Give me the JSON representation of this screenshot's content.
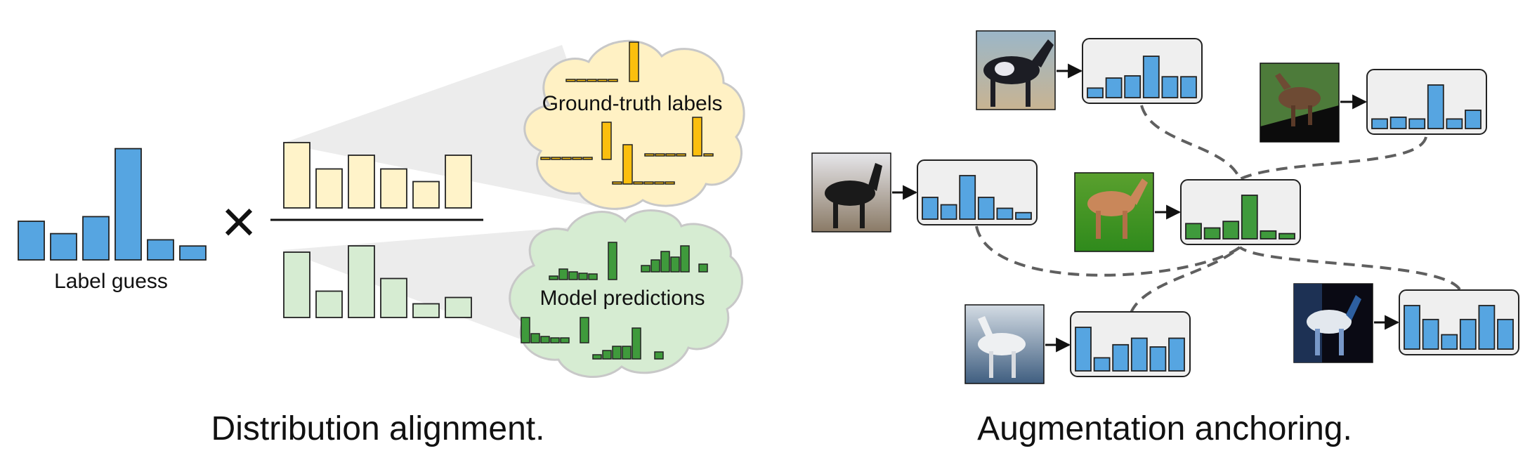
{
  "left_panel": {
    "caption": "Distribution alignment.",
    "label_guess": {
      "text": "Label guess",
      "values": [
        0.25,
        0.17,
        0.28,
        0.72,
        0.13,
        0.09
      ],
      "color": "#56a5e1"
    },
    "operator": "×",
    "ground_truth_bars": {
      "values": [
        0.62,
        0.37,
        0.5,
        0.37,
        0.25,
        0.5
      ],
      "color": "#fff3c9"
    },
    "prediction_bars": {
      "values": [
        0.62,
        0.25,
        0.68,
        0.37,
        0.13,
        0.19
      ],
      "color": "#d6ecd2"
    },
    "ground_truth_cloud": {
      "label": "Ground-truth labels",
      "fill": "#fff1c4",
      "bar_color": "#fbbf0e"
    },
    "predictions_cloud": {
      "label": "Model predictions",
      "fill": "#d6ecd2",
      "bar_color": "#3f9a3c"
    }
  },
  "right_panel": {
    "caption": "Augmentation anchoring.",
    "anchor": {
      "image": "brown-horse-on-grass",
      "values": [
        0.35,
        0.25,
        0.4,
        1.0,
        0.18,
        0.12
      ],
      "bar_color": "#3f9a3c"
    },
    "augmentations": [
      {
        "name": "aug-top",
        "image": "horse-crop-augmented",
        "values": [
          0.22,
          0.45,
          0.5,
          0.95,
          0.48,
          0.48
        ]
      },
      {
        "name": "aug-top-right",
        "image": "horse-rotated-dark",
        "values": [
          0.22,
          0.26,
          0.22,
          1.0,
          0.22,
          0.42
        ]
      },
      {
        "name": "aug-left",
        "image": "dark-horse-standing",
        "values": [
          0.5,
          0.33,
          1.0,
          0.5,
          0.25,
          0.15
        ]
      },
      {
        "name": "aug-bottom",
        "image": "horse-washed-out",
        "values": [
          1.0,
          0.3,
          0.6,
          0.75,
          0.55,
          0.75
        ]
      },
      {
        "name": "aug-bottom-right",
        "image": "horse-posterized",
        "values": [
          1.0,
          0.68,
          0.33,
          0.68,
          1.0,
          0.68
        ]
      }
    ],
    "bar_color": "#56a5e1",
    "box_fill": "#efefef"
  }
}
